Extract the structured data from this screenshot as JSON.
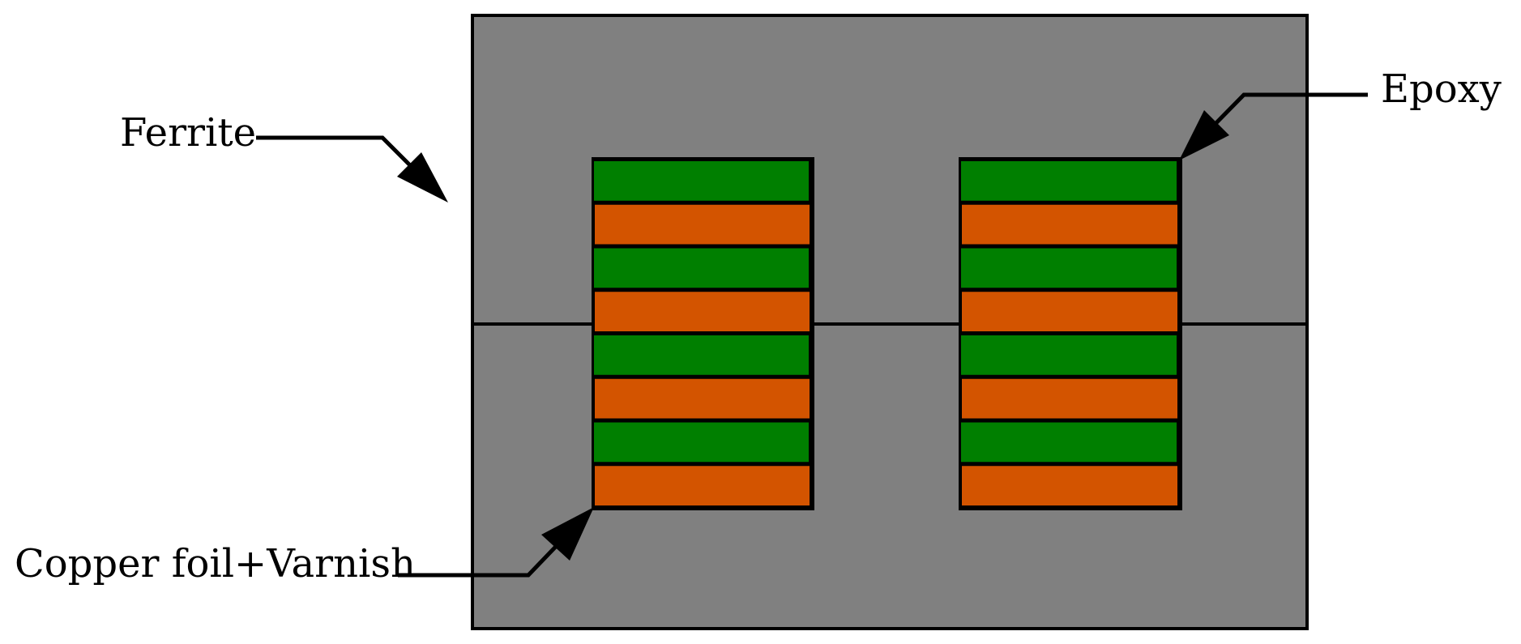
{
  "labels": {
    "ferrite": "Ferrite",
    "epoxy": "Epoxy",
    "copper_foil_varnish": "Copper foil+Varnish"
  },
  "colors": {
    "ferrite": "#808080",
    "copper_foil": "#d35400",
    "varnish": "#007f00",
    "outline": "#000000",
    "background": "#ffffff"
  },
  "winding": {
    "layer_order_top_to_bottom": [
      "varnish",
      "copper_foil",
      "varnish",
      "copper_foil",
      "varnish",
      "copper_foil",
      "varnish",
      "copper_foil"
    ],
    "left_stack_layers": 8,
    "right_stack_layers": 8
  }
}
